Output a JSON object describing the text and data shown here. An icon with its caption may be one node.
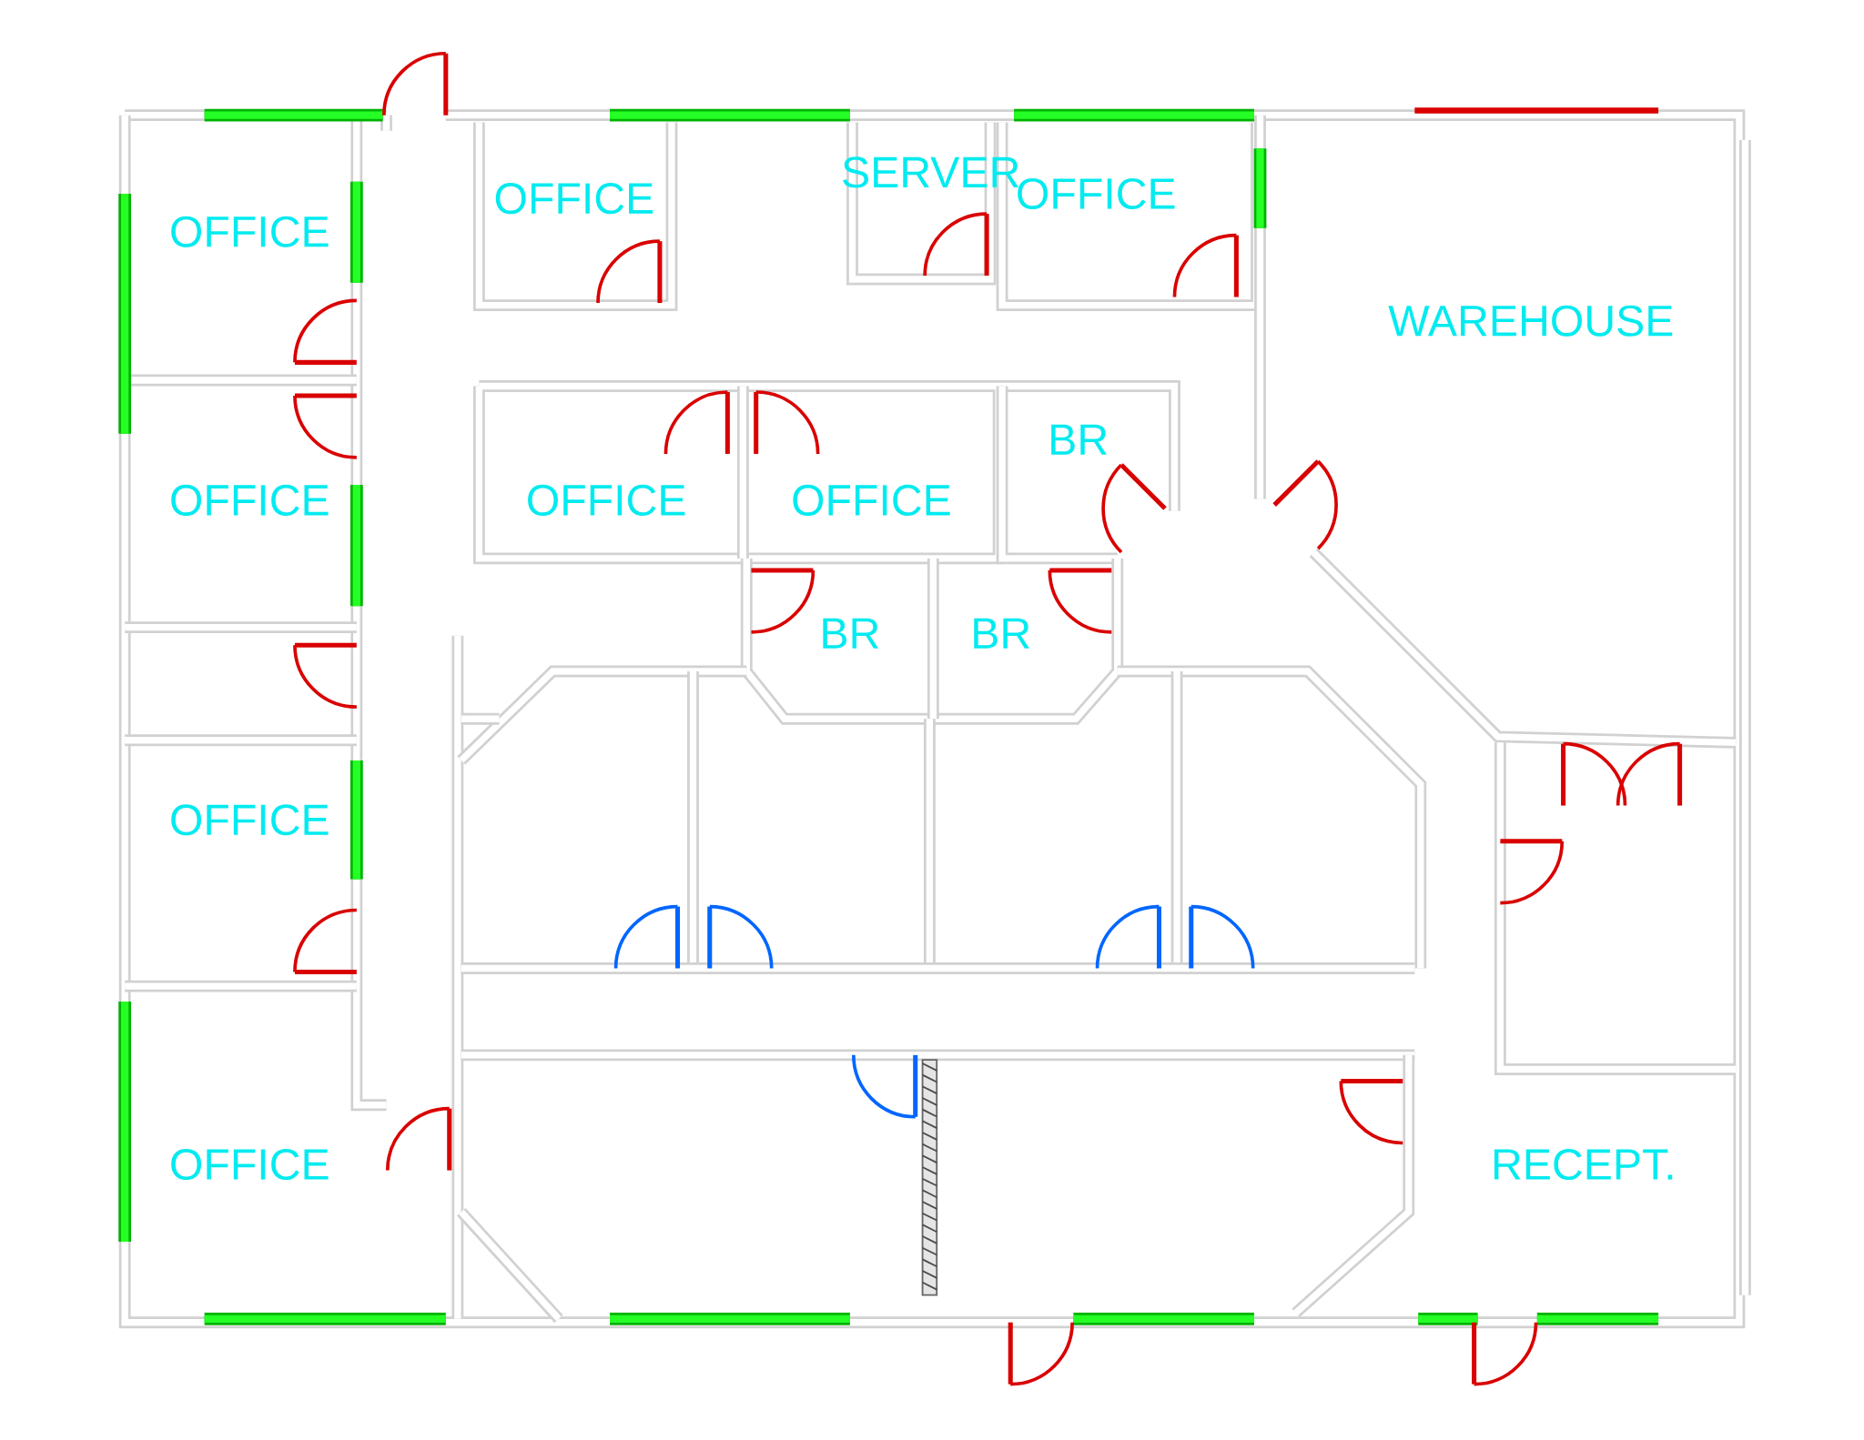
{
  "diagram": {
    "labels": [
      "OFFICE",
      "OFFICE",
      "SERVER",
      "OFFICE",
      "WAREHOUSE",
      "BR",
      "OFFICE",
      "OFFICE",
      "OFFICE",
      "BR",
      "BR",
      "OFFICE",
      "OFFICE",
      "RECEPT."
    ]
  }
}
